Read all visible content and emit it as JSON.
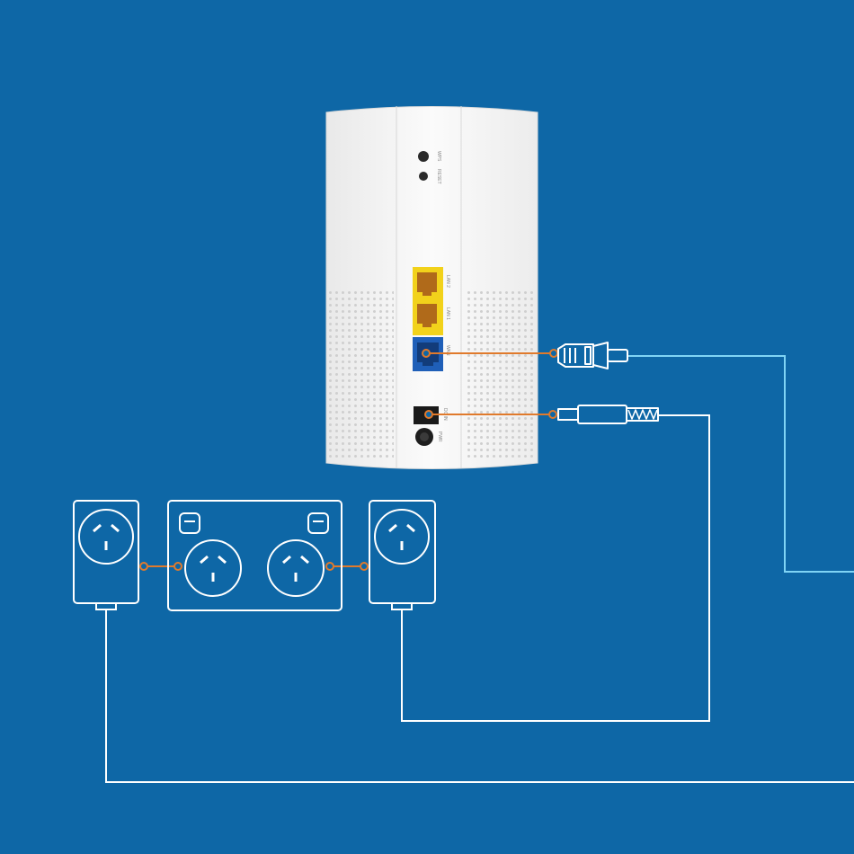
{
  "colors": {
    "background": "#0e67a6",
    "line_white": "#ffffff",
    "line_cyan": "#7fd4f5",
    "connector_orange": "#e07a2c",
    "lan_port": "#f2d21b",
    "wan_port": "#1f5fb8",
    "router_body": "#f2f2f2"
  },
  "router": {
    "labels": {
      "wps": "WPS",
      "reset": "RESET",
      "lan2": "LAN 2",
      "lan1": "LAN 1",
      "wan": "WAN",
      "dc_in": "DC IN",
      "power": "PWR"
    }
  },
  "icons": [
    "router",
    "ethernet-plug",
    "dc-barrel-plug",
    "power-adapter",
    "double-wall-socket"
  ]
}
